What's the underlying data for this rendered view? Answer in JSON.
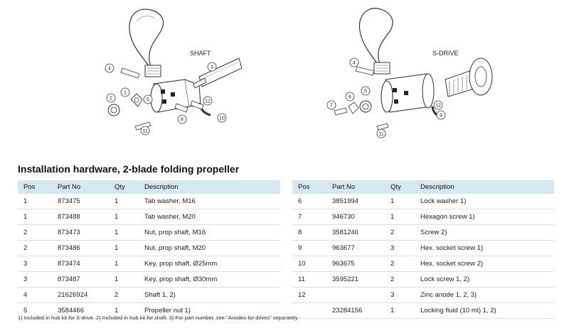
{
  "diagrams": {
    "shaft": {
      "label": "SHAFT",
      "callouts": [
        "1",
        "2",
        "3",
        "4",
        "5",
        "8",
        "11",
        "12",
        "10"
      ]
    },
    "sdrive": {
      "label": "S-DRIVE",
      "callouts": [
        "4",
        "7",
        "6",
        "5",
        "9",
        "12",
        "11"
      ]
    }
  },
  "title": "Installation hardware, 2-blade folding propeller",
  "columns": [
    "Pos",
    "Part No",
    "Qty",
    "Description"
  ],
  "left_rows": [
    [
      "1",
      "873475",
      "1",
      "Tab washer, M16"
    ],
    [
      "1",
      "873488",
      "1",
      "Tab washer, M20"
    ],
    [
      "2",
      "873473",
      "1",
      "Nut, prop shaft, M16"
    ],
    [
      "2",
      "873486",
      "1",
      "Nut, prop shaft, M20"
    ],
    [
      "3",
      "873474",
      "1",
      "Key, prop shaft, Ø25mm"
    ],
    [
      "3",
      "873487",
      "1",
      "Key, prop shaft, Ø30mm"
    ],
    [
      "4",
      "21626924",
      "2",
      "Shaft 1, 2)"
    ],
    [
      "5",
      "3584466",
      "1",
      "Propeller nut 1)"
    ]
  ],
  "right_rows": [
    [
      "6",
      "3851994",
      "1",
      "Lock washer 1)"
    ],
    [
      "7",
      "946730",
      "1",
      "Hexagon screw 1)"
    ],
    [
      "8",
      "3581246",
      "2",
      "Screw 2)"
    ],
    [
      "9",
      "963677",
      "3",
      "Hex. socket screw 1)"
    ],
    [
      "10",
      "963675",
      "2",
      "Hex. socket screw 2)"
    ],
    [
      "11",
      "3595221",
      "2",
      "Lock screw 1, 2)"
    ],
    [
      "12",
      "",
      "3",
      "Zinc anode 1, 2, 3)"
    ],
    [
      "",
      "23284156",
      "1",
      "Locking fluid (10 ml) 1, 2)"
    ]
  ],
  "footnote": "1) Included in hub kit for S-drive. 2) Included in hub kit for shaft. 3) For part number, see \"Anodes for drives\" separately.",
  "colors": {
    "header_bg": "#d5e7ef",
    "row_border": "#d9e0e4"
  }
}
